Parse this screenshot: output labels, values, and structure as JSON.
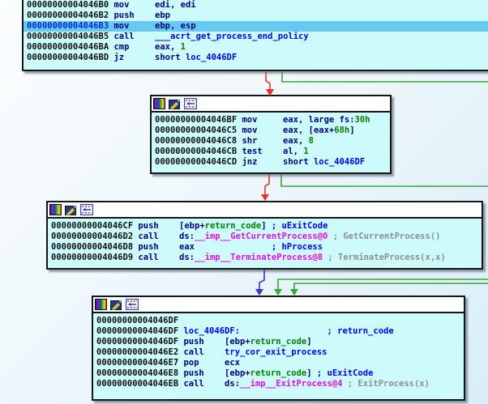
{
  "app": "ida-graph-view",
  "colors": {
    "block_bg": "#cdfafa",
    "block_border": "#151515",
    "selected_line_bg": "#66c9f2",
    "address": "#101010",
    "address_selected": "#0026dd",
    "mnemonic": "#00007d",
    "code_name": "#0000f0",
    "comment": "#0000f0",
    "auto_comment": "#8e8e8e",
    "number_and_var": "#008200",
    "import_name": "#e80ae8",
    "edge_red": "#e0342c",
    "edge_green": "#3da33d",
    "edge_blue": "#3436d2"
  },
  "titlebar_icons": [
    "node-color-icon",
    "edit-icon",
    "group-nodes-icon"
  ],
  "edges": [
    {
      "name": "edge-4046BD-fallthrough",
      "kind": "red"
    },
    {
      "name": "edge-4046BD-jz-taken",
      "kind": "green"
    },
    {
      "name": "edge-4046CD-fallthrough",
      "kind": "red"
    },
    {
      "name": "edge-4046CD-jnz-taken",
      "kind": "green"
    },
    {
      "name": "edge-4046D9-next",
      "kind": "blue"
    },
    {
      "name": "edge-incoming-4046DF-1",
      "kind": "green"
    },
    {
      "name": "edge-incoming-4046DF-2",
      "kind": "green"
    }
  ],
  "blocks": [
    {
      "name": "block-4046B0",
      "titlebar": false,
      "lines": [
        {
          "addr": "00000000004046B0",
          "segs": [
            [
              "k",
              "mov     edi, edi"
            ]
          ]
        },
        {
          "addr": "00000000004046B2",
          "segs": [
            [
              "k",
              "push    ebp"
            ]
          ]
        },
        {
          "addr": "00000000004046B3",
          "selected": true,
          "segs": [
            [
              "k",
              "mov     ebp, esp"
            ]
          ]
        },
        {
          "addr": "00000000004046B5",
          "segs": [
            [
              "k",
              "call    "
            ],
            [
              "n",
              "___acrt_get_process_end_policy"
            ]
          ]
        },
        {
          "addr": "00000000004046BA",
          "segs": [
            [
              "k",
              "cmp     eax, "
            ],
            [
              "g",
              "1"
            ]
          ]
        },
        {
          "addr": "00000000004046BD",
          "segs": [
            [
              "k",
              "jz      short "
            ],
            [
              "n",
              "loc_4046DF"
            ]
          ]
        }
      ]
    },
    {
      "name": "block-4046BF",
      "titlebar": true,
      "lines": [
        {
          "addr": "00000000004046BF",
          "segs": [
            [
              "k",
              "mov     eax, large fs:"
            ],
            [
              "g",
              "30h"
            ]
          ]
        },
        {
          "addr": "00000000004046C5",
          "segs": [
            [
              "k",
              "mov     eax, [eax+"
            ],
            [
              "g",
              "68h"
            ],
            [
              "k",
              "]"
            ]
          ]
        },
        {
          "addr": "00000000004046C8",
          "segs": [
            [
              "k",
              "shr     eax, "
            ],
            [
              "g",
              "8"
            ]
          ]
        },
        {
          "addr": "00000000004046CB",
          "segs": [
            [
              "k",
              "test    al, "
            ],
            [
              "g",
              "1"
            ]
          ]
        },
        {
          "addr": "00000000004046CD",
          "segs": [
            [
              "k",
              "jnz     short "
            ],
            [
              "n",
              "loc_4046DF"
            ]
          ]
        }
      ]
    },
    {
      "name": "block-4046CF",
      "titlebar": true,
      "lines": [
        {
          "addr": "00000000004046CF",
          "segs": [
            [
              "k",
              "push    [ebp+"
            ],
            [
              "g",
              "return_code"
            ],
            [
              "k",
              "] "
            ],
            [
              "c",
              "; uExitCode"
            ]
          ]
        },
        {
          "addr": "00000000004046D2",
          "segs": [
            [
              "k",
              "call    ds:"
            ],
            [
              "m",
              "__imp__GetCurrentProcess@0"
            ],
            [
              "x",
              " "
            ],
            [
              "c2",
              "; GetCurrentProcess()"
            ]
          ]
        },
        {
          "addr": "00000000004046D8",
          "segs": [
            [
              "k",
              "push    eax"
            ],
            [
              "x",
              "               "
            ],
            [
              "c",
              "; hProcess"
            ]
          ]
        },
        {
          "addr": "00000000004046D9",
          "segs": [
            [
              "k",
              "call    ds:"
            ],
            [
              "m",
              "__imp__TerminateProcess@8"
            ],
            [
              "x",
              " "
            ],
            [
              "c2",
              "; TerminateProcess(x,x)"
            ]
          ]
        }
      ]
    },
    {
      "name": "block-4046DF",
      "titlebar": true,
      "lines": [
        {
          "addr": "00000000004046DF",
          "segs": []
        },
        {
          "addr": "00000000004046DF",
          "segs": [
            [
              "n",
              "loc_4046DF:"
            ],
            [
              "x",
              "                 "
            ],
            [
              "c",
              "; return_code"
            ]
          ]
        },
        {
          "addr": "00000000004046DF",
          "segs": [
            [
              "k",
              "push    [ebp+"
            ],
            [
              "g",
              "return_code"
            ],
            [
              "k",
              "]"
            ]
          ]
        },
        {
          "addr": "00000000004046E2",
          "segs": [
            [
              "k",
              "call    "
            ],
            [
              "n",
              "try_cor_exit_process"
            ]
          ]
        },
        {
          "addr": "00000000004046E7",
          "segs": [
            [
              "k",
              "pop     ecx"
            ]
          ]
        },
        {
          "addr": "00000000004046E8",
          "segs": [
            [
              "k",
              "push    [ebp+"
            ],
            [
              "g",
              "return_code"
            ],
            [
              "k",
              "] "
            ],
            [
              "c",
              "; uExitCode"
            ]
          ]
        },
        {
          "addr": "00000000004046EB",
          "segs": [
            [
              "k",
              "call    ds:"
            ],
            [
              "m",
              "__imp__ExitProcess@4"
            ],
            [
              "x",
              " "
            ],
            [
              "c2",
              "; ExitProcess(x)"
            ]
          ]
        }
      ]
    }
  ]
}
